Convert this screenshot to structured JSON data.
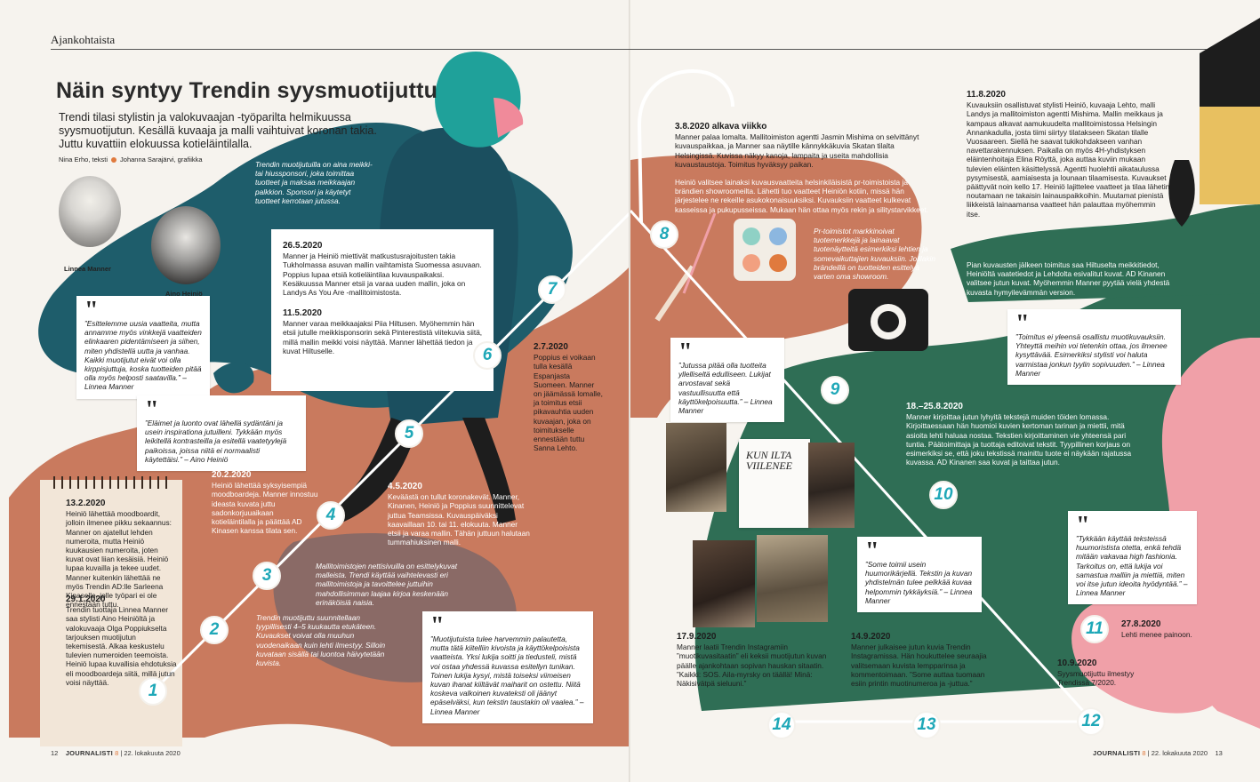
{
  "header": {
    "section": "Ajankohtaista"
  },
  "article": {
    "title": "Näin syntyy Trendin syysmuotijuttu",
    "lead": "Trendi tilasi stylistin ja valokuvaajan -työparilta helmikuussa syysmuotijutun. Kesällä kuvaaja ja malli vaihtuivat koronan takia. Juttu kuvattiin elokuussa kotieläintilalla.",
    "byline_text": "Nina Erho, teksti",
    "byline_graphics": "Johanna Sarajärvi, grafiikka",
    "portrait1_name": "Linnea Manner",
    "portrait2_name": "Aino Heiniö"
  },
  "steps": [
    "1",
    "2",
    "3",
    "4",
    "5",
    "6",
    "7",
    "8",
    "9",
    "10",
    "11",
    "12",
    "13",
    "14"
  ],
  "left": {
    "note_sponsor": "Trendin muotijutuilla on aina meikki- tai hiussponsori, joka toimittaa tuotteet ja maksaa meikkaajan palkkion. Sponsori ja käytetyt tuotteet kerrotaan jutussa.",
    "q1": "”Esittelemme uusia vaatteita, mutta annamme myös vinkkejä vaatteiden elinkaaren pidentämiseen ja siihen, miten yhdistellä uutta ja vanhaa. Kaikki muotijutut eivät voi olla kirppisjuttuja, koska tuotteiden pitää olla myös helposti saatavilla.” – Linnea Manner",
    "q2": "”Eläimet ja luonto ovat lähellä sydäntäni ja usein inspirationa jutuilleni. Tykkään myös leikitellä kontrasteilla ja esitellä vaatetyylejä paikoissa, joissa niitä ei normaalisti käytettäisi.” – Aino Heiniö",
    "e_2605_date": "26.5.2020",
    "e_2605": "Manner ja Heiniö miettivät matkustusrajoitusten takia Tukholmassa asuvan mallin vaihtamista Suomessa asuvaan. Poppius lupaa etsiä kotieläintilaa kuvauspaikaksi. Kesäkuussa Manner etsii ja varaa uuden mallin, joka on Landys As You Are -mallitoimistosta.",
    "e_1105_date": "11.5.2020",
    "e_1105": "Manner varaa meikkaajaksi Piia Hiltusen. Myöhemmin hän etsii jutulle meikkisponsorin sekä Pinterestistä viitekuvia siitä, millä mallin meikki voisi näyttää. Manner lähettää tiedon ja kuvat Hiltuselle.",
    "e_0207_date": "2.7.2020",
    "e_0207": "Poppius ei voikaan tulla kesällä Espanjasta Suomeen. Manner on jäämässä lomalle, ja toimitus etsii pikavauhtia uuden kuvaajan, joka on toimitukselle ennestään tuttu Sanna Lehto.",
    "e_2002_date": "20.2.2020",
    "e_2002": "Heiniö lähettää syksyisempiä moodboardeja. Manner innostuu ideasta kuvata juttu sadonkorjuuaikaan kotieläintilalla ja päättää AD Kinasen kanssa tilata sen.",
    "e_0405_date": "4.5.2020",
    "e_0405": "Keväästä on tullut koronakevät. Manner, Kinanen, Heiniö ja Poppius suunnittelevat juttua Teamsissa. Kuvauspäiväksi kaavaillaan 10. tai 11. elokuuta. Manner etsii ja varaa mallin. Tähän juttuun halutaan tummahiuksinen malli.",
    "e_1302_date": "13.2.2020",
    "e_1302": "Heiniö lähettää moodboardit, jolloin ilmenee pikku sekaannus: Manner on ajatellut lehden numeroita, mutta Heiniö kuukausien numeroita, joten kuvat ovat liian kesäisiä. Heiniö lupaa kuvailla ja tekee uudet. Manner kuitenkin lähettää ne myös Trendin AD:lle Sarleena Kinaselle, jolle työpari ei ole ennestään tuttu.",
    "e_2901_date": "29.1.2020",
    "e_2901": "Trendin tuottaja Linnea Manner saa stylisti Aino Heiniöltä ja valokuvaaja Olga Poppiukselta tarjouksen muotijutun tekemisestä. Alkaa keskustelu tulevien numeroiden teemoista. Heiniö lupaa kuvallisia ehdotuksia eli moodboardeja siitä, millä jutun voisi näyttää.",
    "note_agencies": "Mallitoimistojen nettisivuilla on esittelykuvat malleista. Trendi käyttää vaihtelevasti eri mallitoimistoja ja tavoittelee juttuihin mahdollisimman laajaa kirjoa keskenään erinäköisiä naisia.",
    "note_planning": "Trendin muotijuttu suunnitellaan tyypillisesti 4–5 kuukautta etukäteen. Kuvaukset voivat olla muuhun vuodenaikaan kuin lehti ilmestyy. Silloin kuvataan sisällä tai luontoa häivytetään kuvista.",
    "q3": "”Muotijutuista tulee harvemmin palautetta, mutta tätä kiitelliin kivoista ja käyttökelpoisista vaatteista. Yksi lukija soitti ja tiedusteli, mistä voi ostaa yhdessä kuvassa esitellyn tunikan. Toinen lukija kysyi, mistä toiseksi viimeisen kuvan ihanat kiiltävät maiharit on ostettu. Niitä koskeva valkoinen kuvateksti oli jäänyt epäselväksi, kun tekstin taustakin oli vaalea.” – Linnea Manner"
  },
  "right": {
    "e_0308_date": "3.8.2020 alkava viikko",
    "e_0308": "Manner palaa lomalta. Mallitoimiston agentti Jasmin Mishima on selvittänyt kuvauspaikkaa, ja Manner saa näytille kännykkäkuvia Skatan tilalta Helsingissä. Kuvissa näkyy kanoja, lampaita ja useita mahdollisia kuvaustaustoja. Toimitus hyväksyy paikan.",
    "e_pr": "Heiniö valitsee lainaksi kuvausvaatteita helsinkiläisistä pr-toimistoista ja brändien showroomeilta. Lähetti tuo vaatteet Heiniön kotiin, missä hän järjestelee ne rekeille asukokonaisuuksiksi. Kuvauksiin vaatteet kulkevat kasseissa ja pukupusseissa. Mukaan hän ottaa myös rekin ja silitystarvikkeet.",
    "note_pr": "Pr-toimistot markkinoivat tuotemerkkejä ja lainaavat tuotenäytteitä esimerkiksi lehtien ja somevaikuttajien kuvauksiin. Joillakin brändeillä on tuotteiden esittelyä varten oma showroom.",
    "q4": "”Jutussa pitää olla tuotteita yllelliseltä edulliseen. Lukijat arvostavat sekä vastuullisuutta että käyttökelpoisuutta.” – Linnea Manner",
    "e_1108_date": "11.8.2020",
    "e_1108": "Kuvauksiin osallistuvat stylisti Heiniö, kuvaaja Lehto, malli Landys ja mallitoimiston agentti Mishima. Mallin meikkaus ja kampaus alkavat aamukuudelta mallitoimistossa Helsingin Annankadulla, josta tiimi siirtyy tilatakseen Skatan tilalle Vuosaareen. Siellä he saavat tukikohdakseen vanhan navettarakennuksen. Paikalla on myös 4H-yhdistyksen eläintenhoitaja Elina Röyttä, joka auttaa kuviin mukaan tulevien eläinten käsittelyssä. Agentti huolehtii aikataulussa pysymisestä, aamiaisesta ja lounaan tilaamisesta. Kuvaukset päättyvät noin kello 17. Heiniö lajittelee vaatteet ja tilaa lähetin noutamaan ne takaisin lainauspaikkoihin. Muutamat pienistä liikkeistä lainaamansa vaatteet hän palauttaa myöhemmin itse.",
    "e_after": "Pian kuvausten jälkeen toimitus saa Hiltuselta meikkitiedot, Heiniöltä vaatetiedot ja Lehdolta esivalitut kuvat. AD Kinanen valitsee jutun kuvat. Myöhemmin Manner pyytää vielä yhdestä kuvasta hymyilevämmän version.",
    "q5": "”Toimitus ei yleensä osallistu muotikuvauksiin. Yhteyttä meihin voi tietenkin ottaa, jos ilmenee kysyttävää. Esimerkiksi stylisti voi haluta varmistaa jonkun tyylin sopivuuden.” – Linnea Manner",
    "e_1825_date": "18.–25.8.2020",
    "e_1825": "Manner kirjoittaa jutun lyhyitä tekstejä muiden töiden lomassa. Kirjoittaessaan hän huomioi kuvien kertoman tarinan ja miettii, mitä asioita lehti haluaa nostaa. Tekstien kirjoittaminen vie yhteensä pari tuntia. Päätoimittaja ja tuottaja editoivat tekstit. Tyypillinen korjaus on esimerkiksi se, että joku tekstissä mainittu tuote ei näykään rajatussa kuvassa. AD Kinanen saa kuvat ja taittaa jutun.",
    "magazine_headline": "KUN ILTA VIILENEE",
    "q6": "”Some toimii usein huumorikärjellä. Tekstin ja kuvan yhdistelmän tulee pelkkää kuvaa helpommin tykkäyksiä.” – Linnea Manner",
    "q7": "”Tykkään käyttää teksteissä huumoristista otetta, enkä tehdä mitään vakavaa high fashionia. Tarkoitus on, että lukija voi samastua malliin ja miettiä, miten voi itse jutun ideoita hyödyntää.” – Linnea Manner",
    "e_2708_date": "27.8.2020",
    "e_2708": "Lehti menee painoon.",
    "e_1009_date": "10.9.2020",
    "e_1009": "Syysmuotijuttu ilmestyy Trendissä 7/2020.",
    "e_1709_date": "17.9.2020",
    "e_1709": "Manner laatii Trendin Instagramiin ”muotikuvasitaatin” eli keksii muotijutun kuvan päälle ajankohtaan sopivan hauskan sitaatin. ”Kaikki: SOS. Aila-myrsky on täällä! Minä: Näkisivätpä sieluuni.”",
    "e_1409_date": "14.9.2020",
    "e_1409": "Manner julkaisee jutun kuvia Trendin Instagramissa. Hän houkuttelee seuraajia valitsemaan kuvista lempparinsa ja kommentoimaan. ”Some auttaa tuomaan esiin printin muotinumeroa ja -juttua.”"
  },
  "footer": {
    "left_page": "12",
    "left_mag": "JOURNALISTI",
    "left_issue": "8",
    "left_date": "22. lokakuuta 2020",
    "right_mag": "JOURNALISTI",
    "right_issue": "8",
    "right_date": "22. lokakuuta 2020",
    "right_page": "13"
  },
  "colors": {
    "teal_dark": "#1e5d6b",
    "terracotta": "#c97a5e",
    "green": "#2f6e55",
    "pink": "#f0a0a8",
    "number": "#1fa8b8",
    "accent_orange": "#e07a3e"
  }
}
